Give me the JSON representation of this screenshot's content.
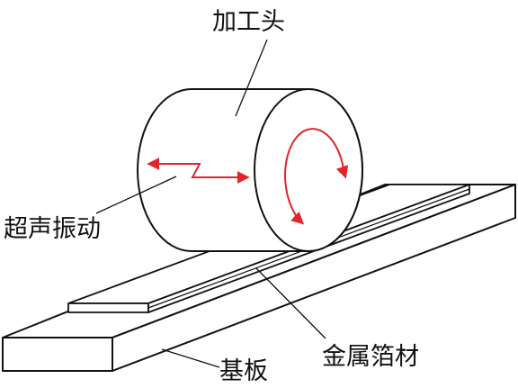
{
  "labels": {
    "head": "加工头",
    "vibration": "超声振动",
    "foil": "金属箔材",
    "substrate": "基板"
  },
  "colors": {
    "line": "#111111",
    "arrow": "#e0262b",
    "fill": "#ffffff"
  }
}
